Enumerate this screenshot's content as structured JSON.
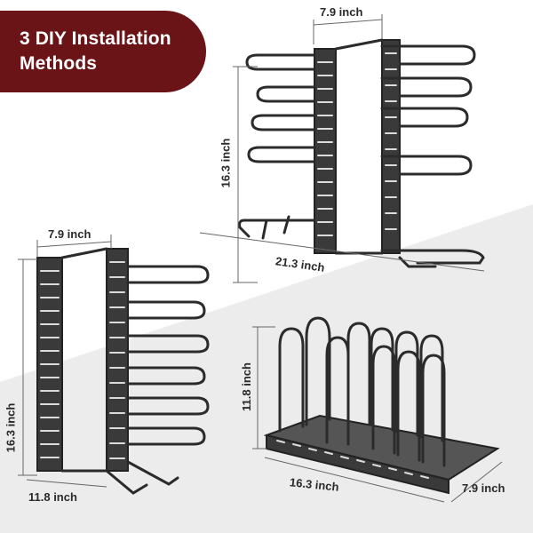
{
  "banner": {
    "line1": "3 DIY Installation",
    "line2": "Methods"
  },
  "top_rack": {
    "width_label": "7.9 inch",
    "height_label": "16.3 inch",
    "length_label": "21.3 inch"
  },
  "left_rack": {
    "width_label": "7.9 inch",
    "height_label": "16.3 inch",
    "depth_label": "11.8 inch"
  },
  "bottom_rack": {
    "height_label": "11.8 inch",
    "length_label": "16.3 inch",
    "width_label": "7.9 inch"
  },
  "colors": {
    "banner": "#6a1418",
    "rack_metal": "#2b2b2b",
    "floor": "#e9e9e9"
  }
}
